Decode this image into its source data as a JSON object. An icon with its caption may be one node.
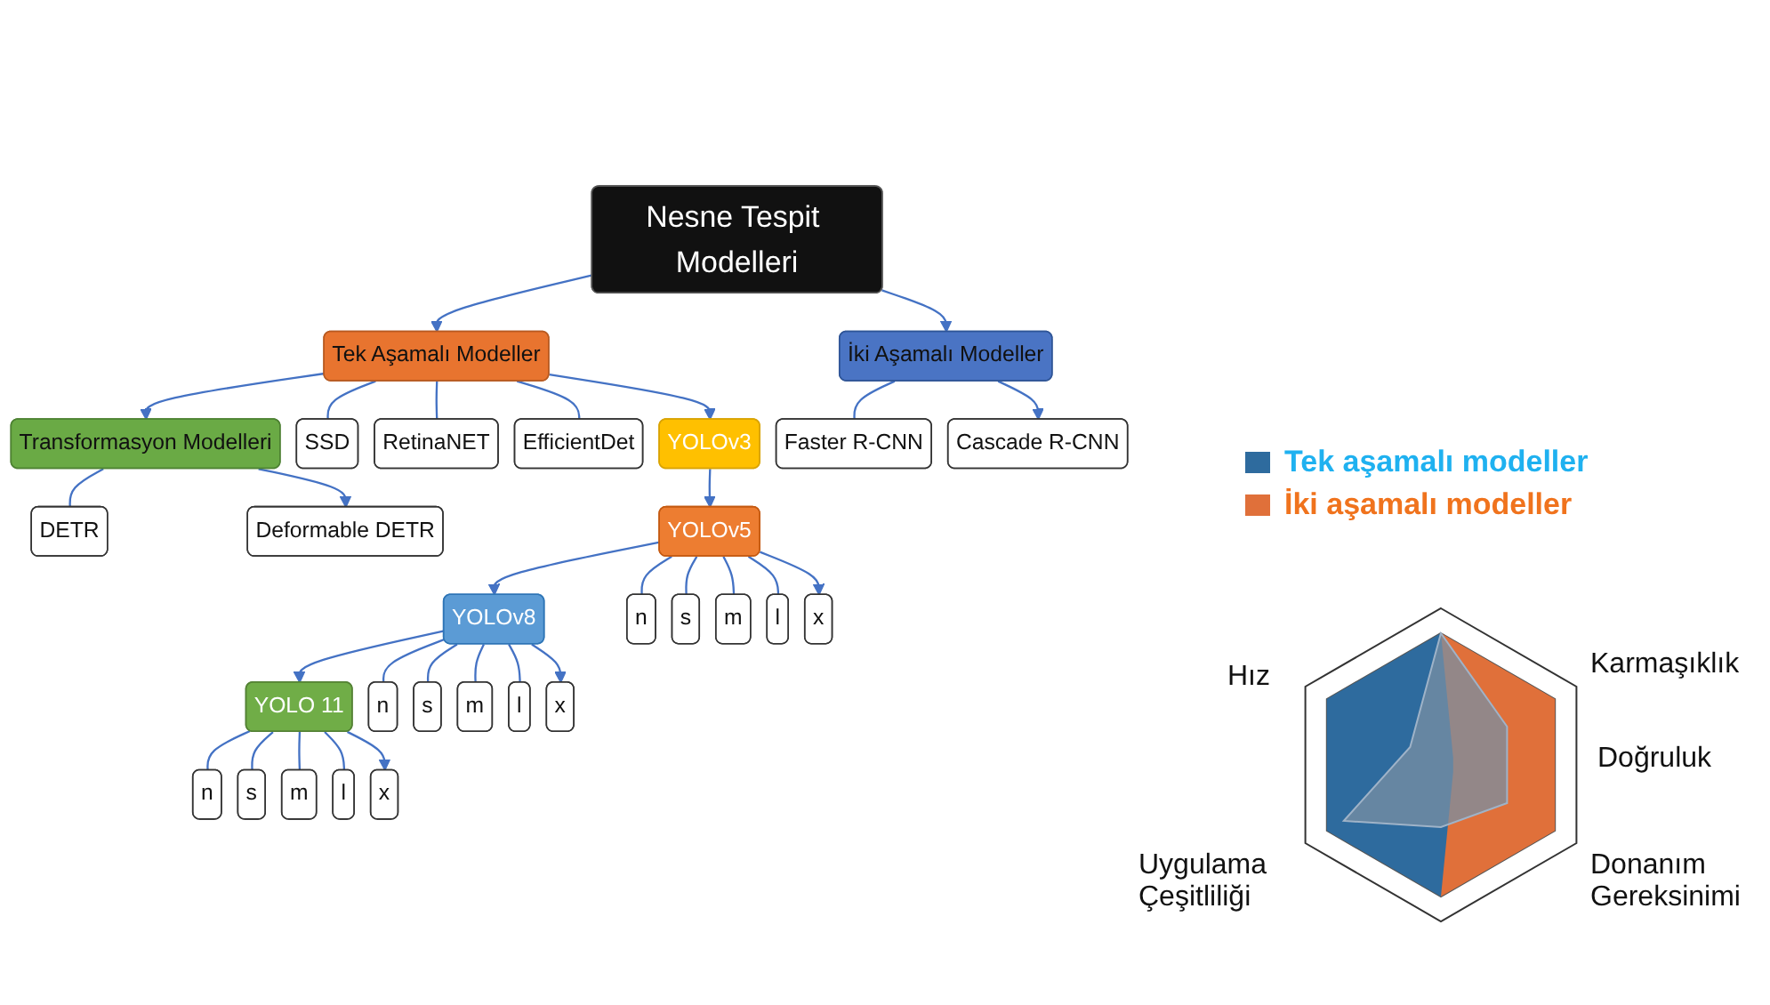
{
  "diagram": {
    "nodes": [
      {
        "text": [
          "Nesne Tespit Modelleri"
        ]
      },
      {
        "text": [
          "Tek Aşamalı Modeller"
        ]
      },
      {
        "text": [
          "Transformasyon Modelleri"
        ]
      },
      {
        "text": [
          "İki Aşamalı Modeller"
        ]
      },
      {
        "text": [
          "SSD"
        ]
      },
      {
        "text": [
          "RetinaNET"
        ]
      },
      {
        "text": [
          "EfficientDet"
        ]
      },
      {
        "text": [
          "YOLOv3"
        ]
      },
      {
        "text": [
          "DETR"
        ]
      },
      {
        "text": [
          "Deformable DETR"
        ]
      },
      {
        "text": [
          "Faster R-CNN"
        ]
      },
      {
        "text": [
          "Cascade R-CNN"
        ]
      },
      {
        "text": [
          "YOLOv5"
        ]
      },
      {
        "text": [
          "YOLOv8"
        ]
      },
      {
        "text": [
          "YOLO 11"
        ]
      },
      {
        "text": [
          "n"
        ]
      },
      {
        "text": [
          "s"
        ]
      },
      {
        "text": [
          "m"
        ]
      },
      {
        "text": [
          "l"
        ]
      },
      {
        "text": [
          "x"
        ]
      },
      {
        "text": [
          "n"
        ]
      },
      {
        "text": [
          "s"
        ]
      },
      {
        "text": [
          "m"
        ]
      },
      {
        "text": [
          "l"
        ]
      },
      {
        "text": [
          "x"
        ]
      },
      {
        "text": [
          "n"
        ]
      },
      {
        "text": [
          "s"
        ]
      },
      {
        "text": [
          "m"
        ]
      },
      {
        "text": [
          "l"
        ]
      },
      {
        "text": [
          "x"
        ]
      }
    ],
    "edges": [
      {
        "from": 0,
        "to": 1,
        "arrow": "to"
      },
      {
        "from": 0,
        "to": 3,
        "arrow": "to"
      },
      {
        "from": 1,
        "to": 2,
        "arrow": "to"
      },
      {
        "from": 1,
        "to": 4,
        "arrow": "none"
      },
      {
        "from": 1,
        "to": 5,
        "arrow": "none"
      },
      {
        "from": 1,
        "to": 6,
        "arrow": "none"
      },
      {
        "from": 1,
        "to": 7,
        "arrow": "to"
      },
      {
        "from": 2,
        "to": 8,
        "arrow": "none"
      },
      {
        "from": 2,
        "to": 9,
        "arrow": "to"
      },
      {
        "from": 3,
        "to": 10,
        "arrow": "none"
      },
      {
        "from": 3,
        "to": 11,
        "arrow": "to"
      },
      {
        "from": 7,
        "to": 12,
        "arrow": "to"
      },
      {
        "from": 12,
        "to": 13,
        "arrow": "to"
      },
      {
        "from": 13,
        "to": 14,
        "arrow": "to"
      },
      {
        "from": 12,
        "to": 15,
        "arrow": "none"
      },
      {
        "from": 12,
        "to": 16,
        "arrow": "none"
      },
      {
        "from": 12,
        "to": 17,
        "arrow": "none"
      },
      {
        "from": 12,
        "to": 18,
        "arrow": "none"
      },
      {
        "from": 12,
        "to": 19,
        "arrow": "to"
      },
      {
        "from": 13,
        "to": 20,
        "arrow": "none"
      },
      {
        "from": 13,
        "to": 21,
        "arrow": "none"
      },
      {
        "from": 13,
        "to": 22,
        "arrow": "none"
      },
      {
        "from": 13,
        "to": 23,
        "arrow": "none"
      },
      {
        "from": 13,
        "to": 24,
        "arrow": "to"
      },
      {
        "from": 14,
        "to": 25,
        "arrow": "none"
      },
      {
        "from": 14,
        "to": 26,
        "arrow": "none"
      },
      {
        "from": 14,
        "to": 27,
        "arrow": "none"
      },
      {
        "from": 14,
        "to": 28,
        "arrow": "none"
      },
      {
        "from": 14,
        "to": 29,
        "arrow": "to"
      }
    ],
    "labels": [
      "Hız",
      "Karmaşıklık",
      "Doğruluk",
      "Uygulama Çeşitliliği",
      "Donanım Gereksinimi"
    ],
    "legend": [
      {
        "text": "Tek aşamalı modeller",
        "color": "#2e6b9e"
      },
      {
        "text": "İki aşamalı modeller",
        "color": "#e0703a"
      }
    ]
  }
}
